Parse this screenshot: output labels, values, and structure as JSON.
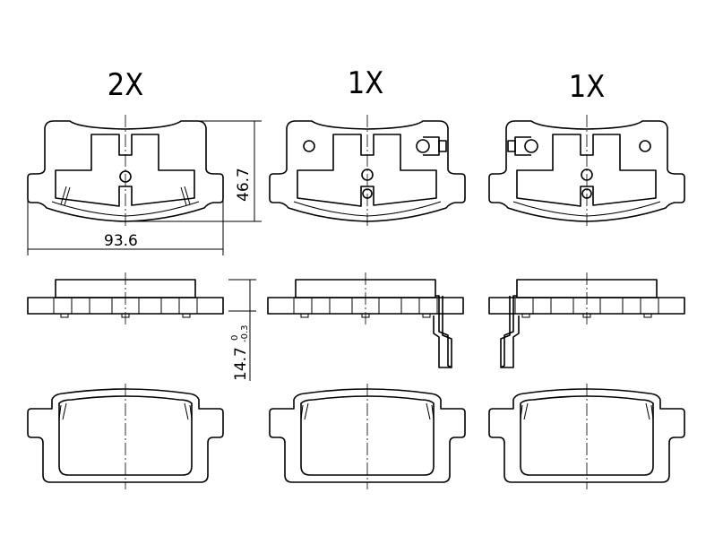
{
  "quantities": [
    "2X",
    "1X",
    "1X"
  ],
  "dimensions": {
    "width": "93.6",
    "height": "46.7",
    "thickness": "14.7",
    "thickness_tol_upper": "0",
    "thickness_tol_lower": "-0.3"
  }
}
